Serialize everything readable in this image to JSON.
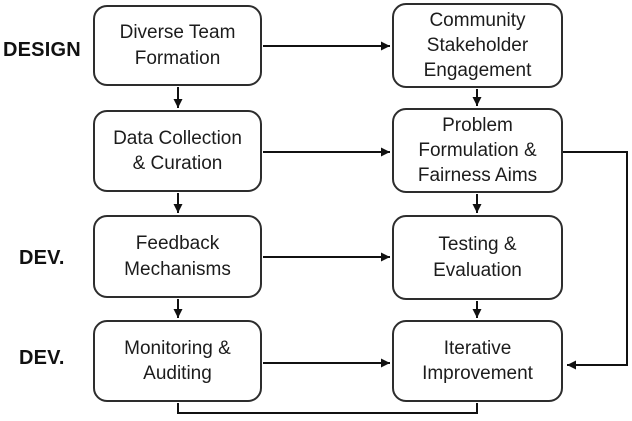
{
  "diagram": {
    "title": "AI development lifecycle fairness flowchart",
    "colors": {
      "background": "#ffffff",
      "line_color": "#111111",
      "box_border_color": "#2d2d2d",
      "text_color": "#1c1c1c"
    },
    "phase_labels": [
      {
        "id": "design",
        "text": "DESIGN"
      },
      {
        "id": "dev-1",
        "text": "DEV."
      },
      {
        "id": "dev-2",
        "text": "DEV."
      }
    ],
    "nodes": [
      {
        "id": "diverse-team-formation",
        "label": "Diverse Team\nFormation"
      },
      {
        "id": "community-stakeholder-engagement",
        "label": "Community\nStakeholder\nEngagement"
      },
      {
        "id": "data-collection-curation",
        "label": "Data Collection\n& Curation"
      },
      {
        "id": "problem-formulation-fairness-aims",
        "label": "Problem\nFormulation &\nFairness Aims"
      },
      {
        "id": "feedback-mechanisms",
        "label": "Feedback\nMechanisms"
      },
      {
        "id": "testing-evaluation",
        "label": "Testing &\nEvaluation"
      },
      {
        "id": "monitoring-auditing",
        "label": "Monitoring &\nAuditing"
      },
      {
        "id": "iterative-improvement",
        "label": "Iterative\nImprovement"
      }
    ],
    "edges": [
      {
        "from": "diverse-team-formation",
        "to": "community-stakeholder-engagement",
        "direction": "right",
        "arrowhead": true
      },
      {
        "from": "diverse-team-formation",
        "to": "data-collection-curation",
        "direction": "down",
        "arrowhead": true
      },
      {
        "from": "community-stakeholder-engagement",
        "to": "problem-formulation-fairness-aims",
        "direction": "down",
        "arrowhead": true
      },
      {
        "from": "data-collection-curation",
        "to": "problem-formulation-fairness-aims",
        "direction": "right",
        "arrowhead": true
      },
      {
        "from": "data-collection-curation",
        "to": "feedback-mechanisms",
        "direction": "down",
        "arrowhead": true
      },
      {
        "from": "problem-formulation-fairness-aims",
        "to": "testing-evaluation",
        "direction": "down",
        "arrowhead": true
      },
      {
        "from": "feedback-mechanisms",
        "to": "testing-evaluation",
        "direction": "right",
        "arrowhead": true
      },
      {
        "from": "feedback-mechanisms",
        "to": "monitoring-auditing",
        "direction": "down",
        "arrowhead": true
      },
      {
        "from": "testing-evaluation",
        "to": "iterative-improvement",
        "direction": "down",
        "arrowhead": true
      },
      {
        "from": "monitoring-auditing",
        "to": "iterative-improvement",
        "direction": "right",
        "arrowhead": true
      },
      {
        "from": "problem-formulation-fairness-aims",
        "to": "iterative-improvement",
        "direction": "right-side-loop",
        "arrowhead": true
      },
      {
        "from": "monitoring-auditing",
        "to": "iterative-improvement",
        "direction": "bottom-loop",
        "arrowhead": false
      }
    ]
  }
}
